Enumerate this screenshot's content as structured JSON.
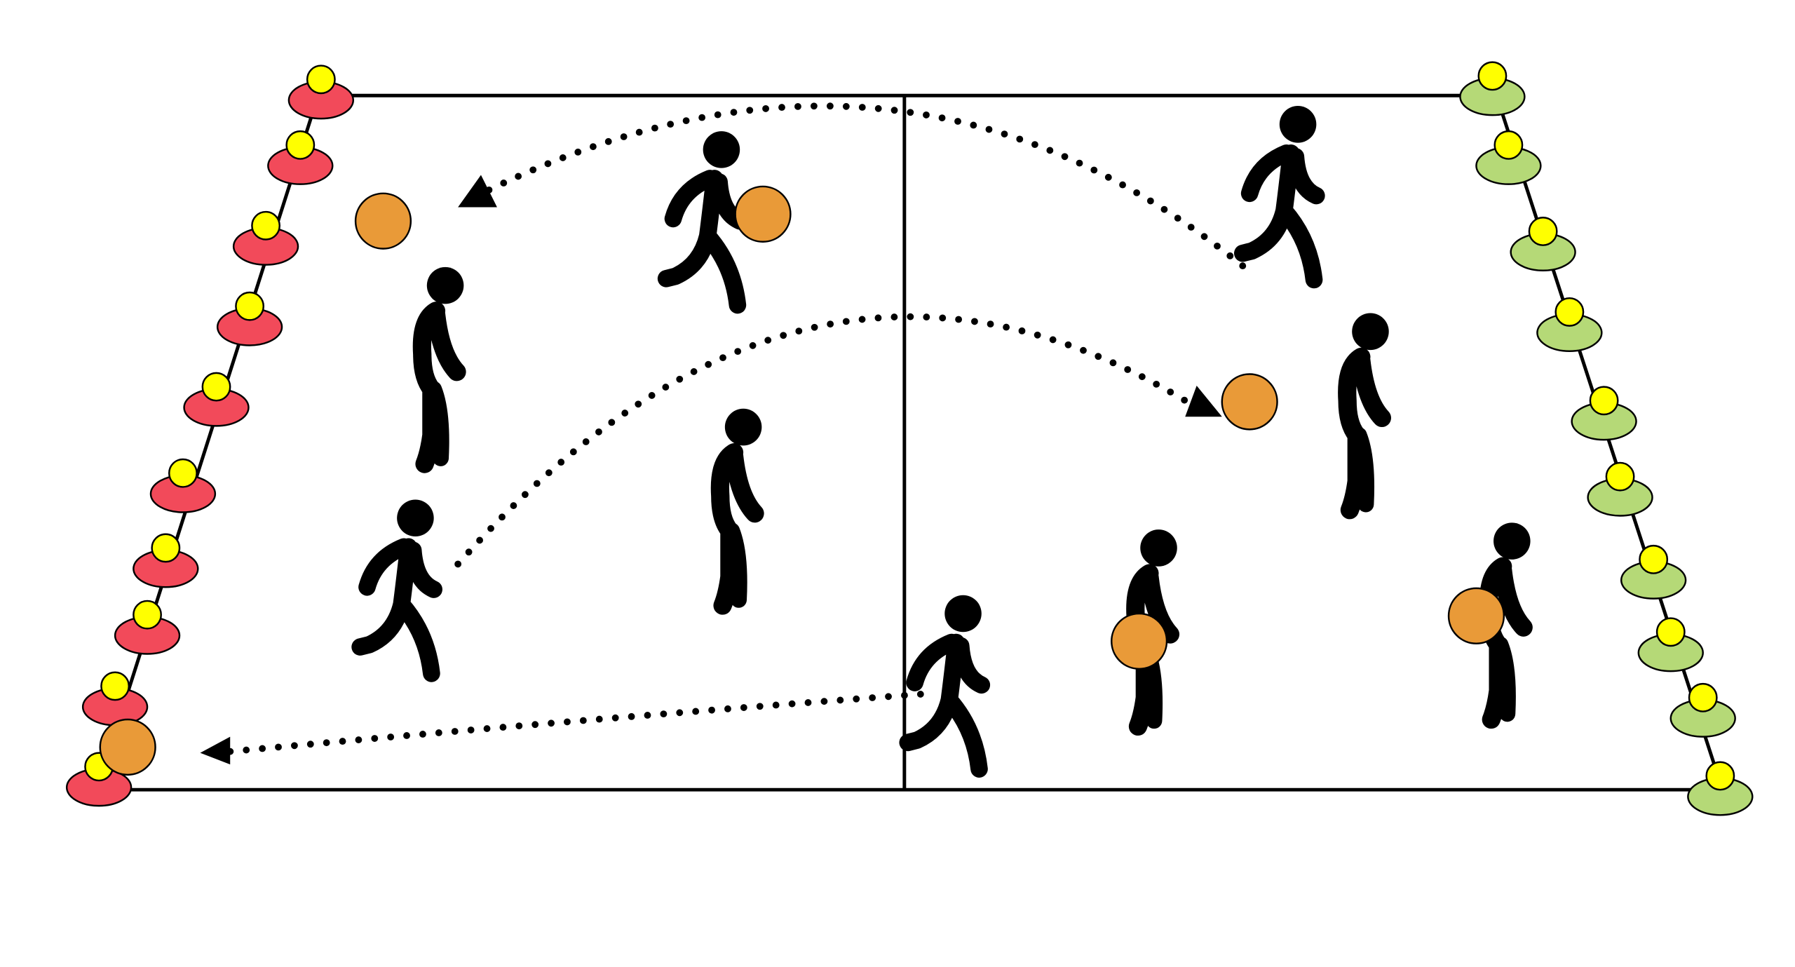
{
  "colors": {
    "background": "#ffffff",
    "court_line": "#000000",
    "left_cone": "#f24a5a",
    "right_cone": "#b5d977",
    "cone_marker": "#ffff00",
    "ball": "#e99a38",
    "player": "#000000"
  },
  "icons": {
    "player": "person-icon",
    "ball": "ball-icon",
    "cone": "cone-icon",
    "arrow": "arrowhead-icon"
  },
  "counts": {
    "left_cones": 10,
    "right_cones": 10,
    "players": 9,
    "balls": 6,
    "pass_paths": 3
  }
}
